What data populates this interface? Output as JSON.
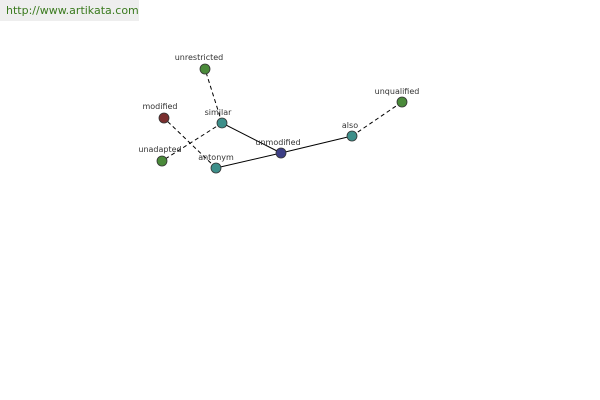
{
  "banner": {
    "url_text": "http://www.artikata.com"
  },
  "colors": {
    "green": "#4a8a3a",
    "teal": "#3d8f8a",
    "navy": "#3d3f86",
    "maroon": "#7a2e2e",
    "edge": "#000000"
  },
  "nodes": [
    {
      "id": "unmodified",
      "label": "unmodified",
      "color": "navy"
    },
    {
      "id": "similar",
      "label": "similar",
      "color": "teal"
    },
    {
      "id": "antonym",
      "label": "antonym",
      "color": "teal"
    },
    {
      "id": "also",
      "label": "also",
      "color": "teal"
    },
    {
      "id": "unrestricted",
      "label": "unrestricted",
      "color": "green"
    },
    {
      "id": "modified",
      "label": "modified",
      "color": "maroon"
    },
    {
      "id": "unadapted",
      "label": "unadapted",
      "color": "green"
    },
    {
      "id": "unqualified",
      "label": "unqualified",
      "color": "green"
    }
  ],
  "edges": [
    {
      "from": "unmodified",
      "to": "similar",
      "style": "solid"
    },
    {
      "from": "unmodified",
      "to": "antonym",
      "style": "solid"
    },
    {
      "from": "unmodified",
      "to": "also",
      "style": "solid"
    },
    {
      "from": "similar",
      "to": "unrestricted",
      "style": "dashed"
    },
    {
      "from": "similar",
      "to": "unadapted",
      "style": "dashed"
    },
    {
      "from": "antonym",
      "to": "modified",
      "style": "dashed"
    },
    {
      "from": "also",
      "to": "unqualified",
      "style": "dashed"
    }
  ]
}
